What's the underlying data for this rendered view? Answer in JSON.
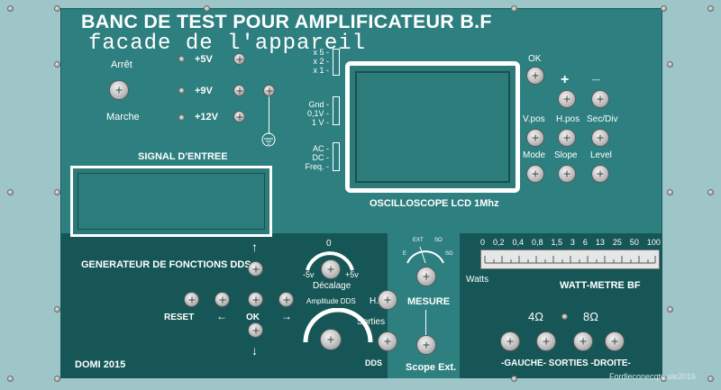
{
  "title": "BANC DE TEST POUR AMPLIFICATEUR B.F",
  "subtitle": "facade de l'appareil",
  "power": {
    "arret": "Arrêt",
    "marche": "Marche",
    "v5": "+5V",
    "v9": "+9V",
    "v12": "+12V"
  },
  "scope_switch": {
    "x5": "x 5 -",
    "x2": "x 2 -",
    "x1": "x 1 -",
    "gnd": "Gnd -",
    "v01": "0,1V -",
    "v1": "1 V -",
    "ac": "AC -",
    "dc": "DC -",
    "freq": "Freq. -"
  },
  "signal_label": "SIGNAL D'ENTREE",
  "oscilloscope_label": "OSCILLOSCOPE LCD 1Mhz",
  "controls": {
    "ok": "OK",
    "plus": "+",
    "minus": "_",
    "vpos": "V.pos",
    "hpos": "H.pos",
    "secdiv": "Sec/Div",
    "mode": "Mode",
    "slope": "Slope",
    "level": "Level"
  },
  "generator": {
    "title": "GENERATEUR DE FONCTIONS DDS",
    "reset": "RESET",
    "left_arrow": "←",
    "ok": "OK",
    "right_arrow": "→",
    "up_arrow": "↑",
    "down_arrow": "↓",
    "credit": "DOMI 2015"
  },
  "dds": {
    "zero": "0",
    "minus5": "-5v",
    "plus5": "+5v",
    "decalage": "Décalage",
    "amplitude": "Amplitude DDS",
    "hv": "H.V",
    "sorties": "Sorties",
    "dds": "DDS"
  },
  "mesure": {
    "ext": "EXT",
    "so": "SO",
    "e": "E",
    "sg": "SG",
    "label": "MESURE",
    "scope_ext": "Scope Ext."
  },
  "wattmetre": {
    "scale": [
      "0",
      "0,2",
      "0,4",
      "0,8",
      "1,5",
      "3",
      "6",
      "13",
      "25",
      "50",
      "100"
    ],
    "unit": "Watts",
    "title": "WATT-METRE BF",
    "ohm4": "4Ω",
    "ohm8": "8Ω",
    "outputs": "-GAUCHE- SORTIES -DROITE-"
  },
  "watermark": "Fordleconecqte.sle2016"
}
